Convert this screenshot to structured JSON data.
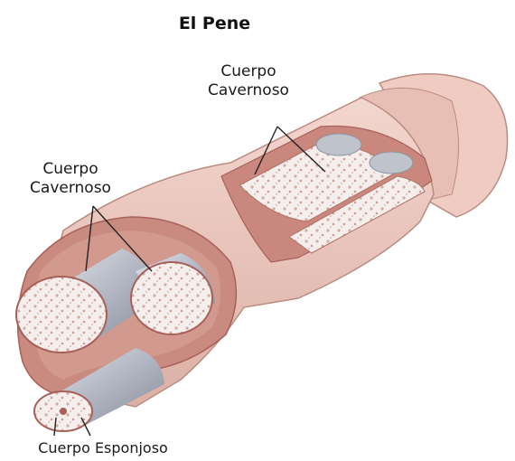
{
  "title": "El Pene",
  "labels": {
    "top_line1": "Cuerpo",
    "top_line2": "Cavernoso",
    "left_line1": "Cuerpo",
    "left_line2": "Cavernoso",
    "bottom": "Cuerpo Esponjoso"
  },
  "colors": {
    "skin": "#edc9bf",
    "skin_shadow": "#d9aca0",
    "tissue": "#c98a80",
    "tissue_dark": "#a8605a",
    "spongy_core": "#f3ecea",
    "sheath": "#b8bcc8"
  }
}
